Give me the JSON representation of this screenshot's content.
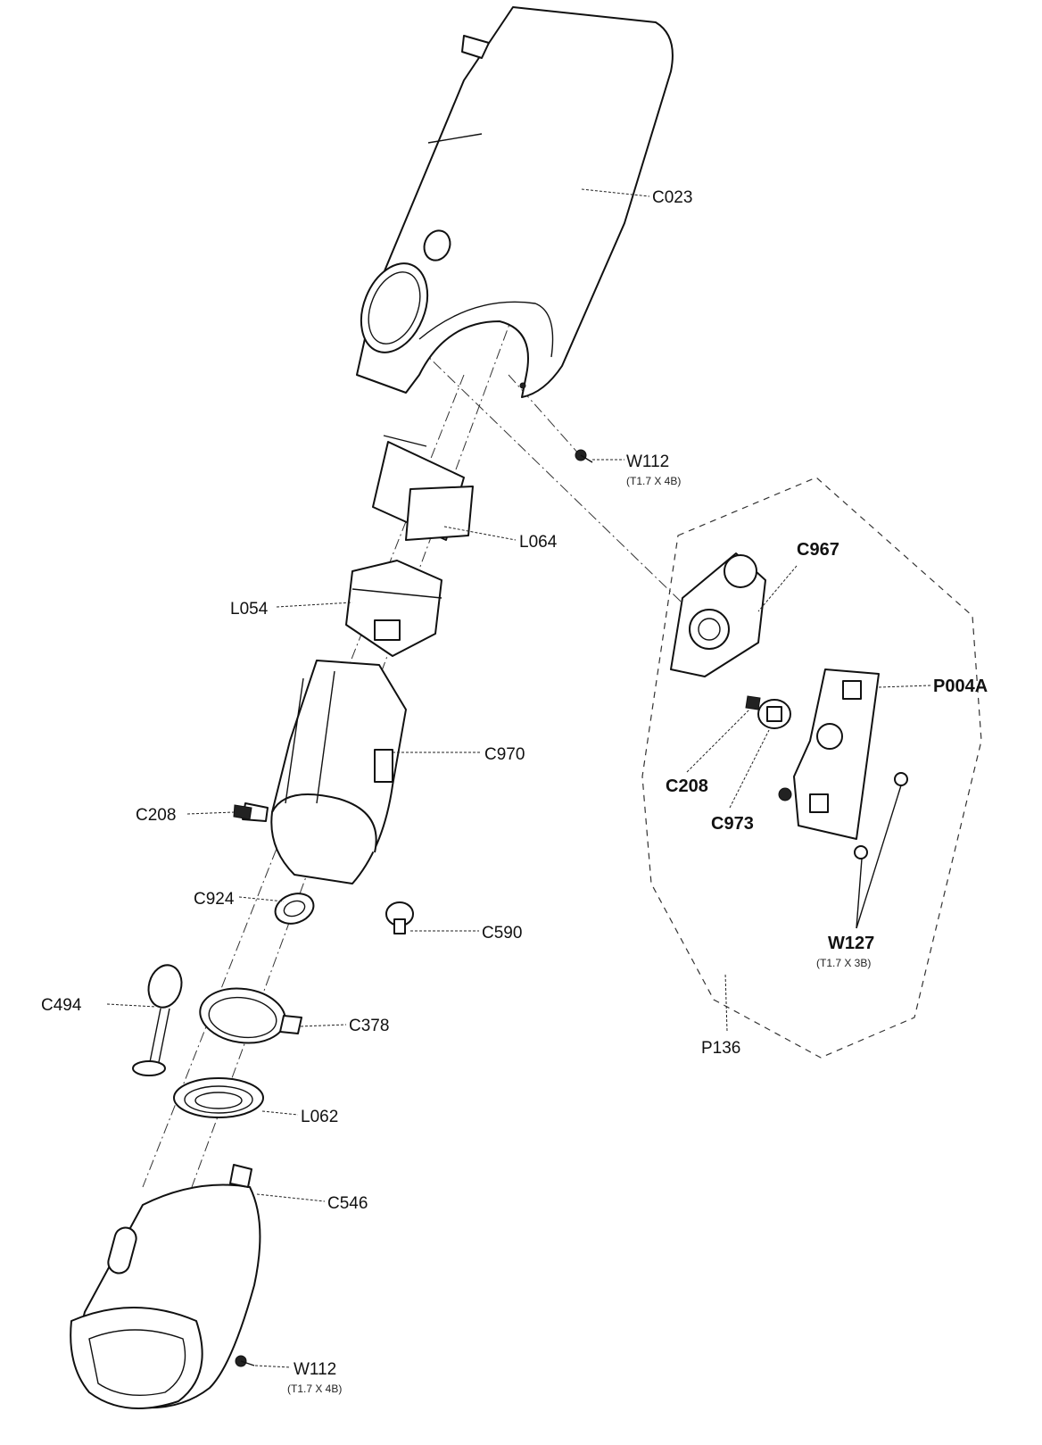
{
  "labels": {
    "c023": "C023",
    "w112_top": "W112",
    "w112_top_spec": "(T1.7 X 4B)",
    "l064": "L064",
    "l054": "L054",
    "c970": "C970",
    "c208_left": "C208",
    "c924": "C924",
    "c590": "C590",
    "c494": "C494",
    "c378": "C378",
    "l062": "L062",
    "c546": "C546",
    "w112_bottom": "W112",
    "w112_bottom_spec": "(T1.7 X 4B)",
    "c967": "C967",
    "p004a": "P004A",
    "c208_right": "C208",
    "c973": "C973",
    "w127": "W127",
    "w127_spec": "(T1.7 X 3B)",
    "p136": "P136"
  }
}
